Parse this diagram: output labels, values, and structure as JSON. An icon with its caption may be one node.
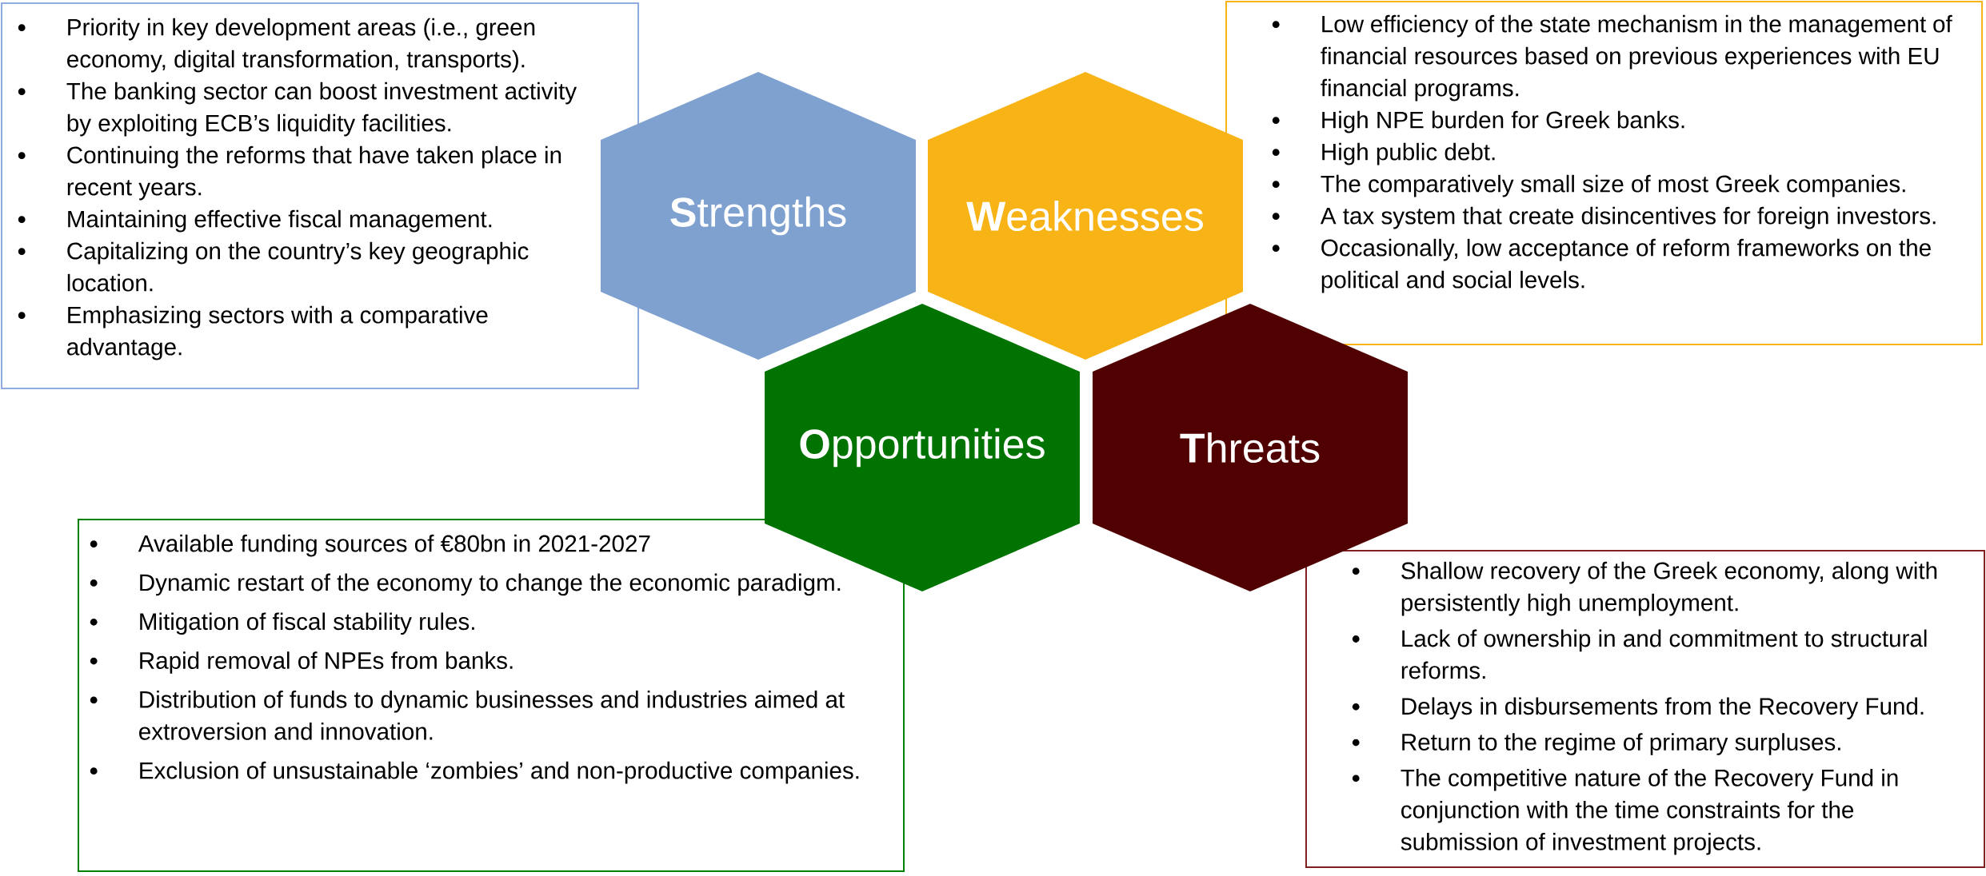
{
  "diagram": {
    "nodes": [
      {
        "text": [
          "Priority in key development  areas (i.e., green economy, digital transformation, transports).",
          "The banking sector can boost investment activity by exploiting ECB’s liquidity facilities.",
          "Continuing the reforms that have taken place in recent years.",
          "Maintaining effective fiscal management.",
          "Capitalizing on the country’s key geographic location.",
          "Emphasizing sectors with a comparative advantage."
        ]
      },
      {
        "text": [
          "**S**trengths"
        ]
      },
      {
        "text": [
          "**W**eaknesses"
        ]
      },
      {
        "text": [
          "Low efficiency of the state mechanism in the management of financial resources based on previous experiences with EU financial programs.",
          "High NPE burden for Greek banks.",
          "High public debt.",
          "The comparatively small size of most Greek companies.",
          "A tax system that create disincentives for foreign investors.",
          "Occasionally, low  acceptance of reform frameworks on the political and social levels."
        ]
      },
      {
        "text": [
          "**O**pportunities"
        ]
      },
      {
        "text": [
          "**T**hreats"
        ]
      },
      {
        "text": [
          "Available funding sources of €80bn in 2021-2027",
          "Dynamic restart of the economy to change the economic paradigm.",
          "Mitigation of fiscal stability rules.",
          "Rapid removal of NPEs from banks.",
          "Distribution of funds to dynamic businesses and industries aimed at extroversion and innovation.",
          "Exclusion of unsustainable ‘zombies’ and non-productive companies."
        ]
      },
      {
        "text": [
          "Shallow recovery of the Greek economy, along with persistently high unemployment.",
          "Lack of ownership in and commitment to structural reforms.",
          "Delays  in disbursements from the Recovery Fund.",
          "Return to the regime of primary surpluses.",
          "The competitive nature of the Recovery Fund in conjunction with the time constraints for the submission of investment projects."
        ]
      }
    ]
  }
}
